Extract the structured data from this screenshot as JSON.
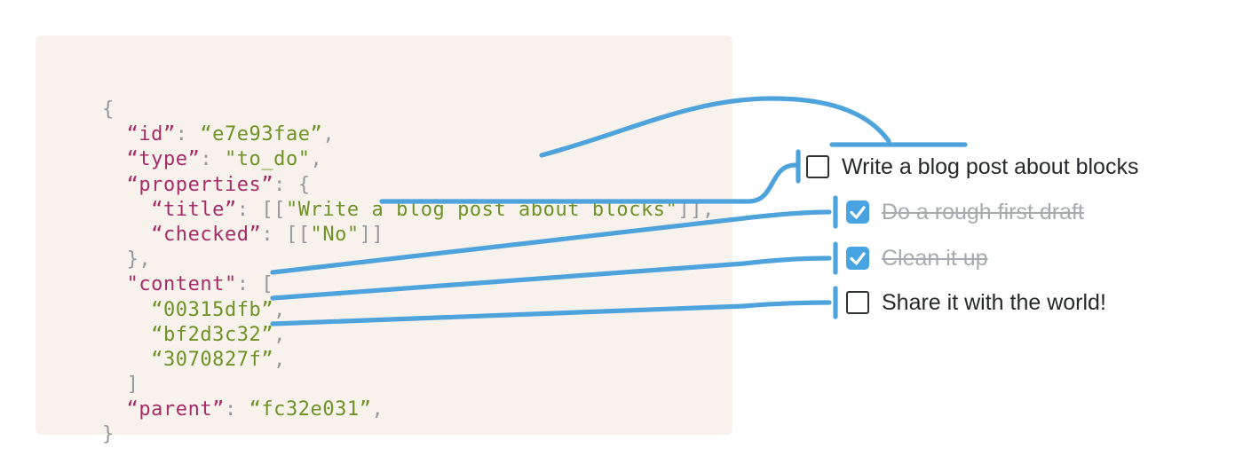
{
  "colors": {
    "page_bg": "#ffffff",
    "panel_bg": "#f7f2ec",
    "code_key": "#a62b69",
    "code_string": "#6f9226",
    "code_punct": "#96979b",
    "arrow_blue": "#4ea3dd",
    "checkbox_checked_bg": "#47a3e2",
    "checkbox_border": "#2e3235",
    "todo_text": "#26282c",
    "todo_done_text": "#a7aaae"
  },
  "code": {
    "lines": [
      [
        [
          "punct",
          "{"
        ]
      ],
      [
        [
          "ws",
          "  "
        ],
        [
          "key",
          "“id”"
        ],
        [
          "punct",
          ":"
        ],
        [
          "ws",
          " "
        ],
        [
          "str",
          "“e7e93fae”"
        ],
        [
          "punct",
          ","
        ]
      ],
      [
        [
          "ws",
          "  "
        ],
        [
          "key",
          "“type”"
        ],
        [
          "punct",
          ":"
        ],
        [
          "ws",
          " "
        ],
        [
          "str",
          "\"to_do\""
        ],
        [
          "punct",
          ","
        ]
      ],
      [
        [
          "ws",
          "  "
        ],
        [
          "key",
          "“properties”"
        ],
        [
          "punct",
          ":"
        ],
        [
          "ws",
          " "
        ],
        [
          "punct",
          "{"
        ]
      ],
      [
        [
          "ws",
          "    "
        ],
        [
          "key",
          "“title”"
        ],
        [
          "punct",
          ":"
        ],
        [
          "ws",
          " "
        ],
        [
          "punct",
          "[["
        ],
        [
          "str",
          "\"Write a blog post about blocks\""
        ],
        [
          "punct",
          "]],"
        ]
      ],
      [
        [
          "ws",
          "    "
        ],
        [
          "key",
          "“checked”"
        ],
        [
          "punct",
          ":"
        ],
        [
          "ws",
          " "
        ],
        [
          "punct",
          "[["
        ],
        [
          "str",
          "\"No\""
        ],
        [
          "punct",
          "]]"
        ]
      ],
      [
        [
          "ws",
          "  "
        ],
        [
          "punct",
          "},"
        ]
      ],
      [
        [
          "ws",
          "  "
        ],
        [
          "key",
          "\"content\""
        ],
        [
          "punct",
          ":"
        ],
        [
          "ws",
          " "
        ],
        [
          "punct",
          "["
        ]
      ],
      [
        [
          "ws",
          "    "
        ],
        [
          "str",
          "“00315dfb”"
        ],
        [
          "punct",
          ","
        ]
      ],
      [
        [
          "ws",
          "    "
        ],
        [
          "str",
          "“bf2d3c32”"
        ],
        [
          "punct",
          ","
        ]
      ],
      [
        [
          "ws",
          "    "
        ],
        [
          "str",
          "“3070827f”"
        ],
        [
          "punct",
          ","
        ]
      ],
      [
        [
          "ws",
          "  "
        ],
        [
          "punct",
          "]"
        ]
      ],
      [
        [
          "ws",
          "  "
        ],
        [
          "key",
          "“parent”"
        ],
        [
          "punct",
          ":"
        ],
        [
          "ws",
          " "
        ],
        [
          "str",
          "“fc32e031”"
        ],
        [
          "punct",
          ","
        ]
      ],
      [
        [
          "punct",
          "}"
        ]
      ]
    ]
  },
  "todo": {
    "items": [
      {
        "label": "Write a blog post about blocks",
        "checked": false
      },
      {
        "label": "Do a rough first draft",
        "checked": true
      },
      {
        "label": "Clean it up",
        "checked": true
      },
      {
        "label": "Share it with the world!",
        "checked": false
      }
    ]
  }
}
